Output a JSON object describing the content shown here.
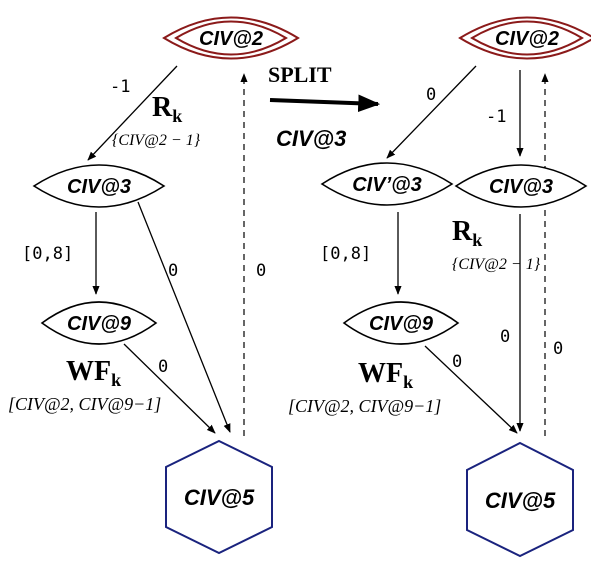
{
  "colors": {
    "accent_node": "#8b1a1a",
    "hex_node": "#1a237e",
    "edge": "#000000"
  },
  "transform_label": "SPLIT",
  "transform_target": "CIV@3",
  "left": {
    "nodes": {
      "top": "CIV@2",
      "mid": "CIV@3",
      "low": "CIV@9",
      "bottom": "CIV@5"
    },
    "edges": {
      "top_to_mid": "-1",
      "mid_to_low": "[0,8]",
      "mid_to_bottom": "0",
      "low_to_bottom": "0",
      "back_edge": "0"
    },
    "annotations": {
      "r_main": "R",
      "r_sub": "k",
      "r_set": "{CIV@2 − 1}",
      "wf_main": "WF",
      "wf_sub": "k",
      "wf_set": "[CIV@2, CIV@9−1]"
    }
  },
  "right": {
    "nodes": {
      "top": "CIV@2",
      "mid_left": "CIV’@3",
      "mid_right": "CIV@3",
      "low": "CIV@9",
      "bottom": "CIV@5"
    },
    "edges": {
      "top_to_mid_left": "0",
      "top_to_mid_right": "-1",
      "mid_left_to_low": "[0,8]",
      "low_to_bottom": "0",
      "mid_right_to_bottom": "0",
      "back_edge": "0"
    },
    "annotations": {
      "r_main": "R",
      "r_sub": "k",
      "r_set": "{CIV@2 − 1}",
      "wf_main": "WF",
      "wf_sub": "k",
      "wf_set": "[CIV@2, CIV@9−1]"
    }
  }
}
